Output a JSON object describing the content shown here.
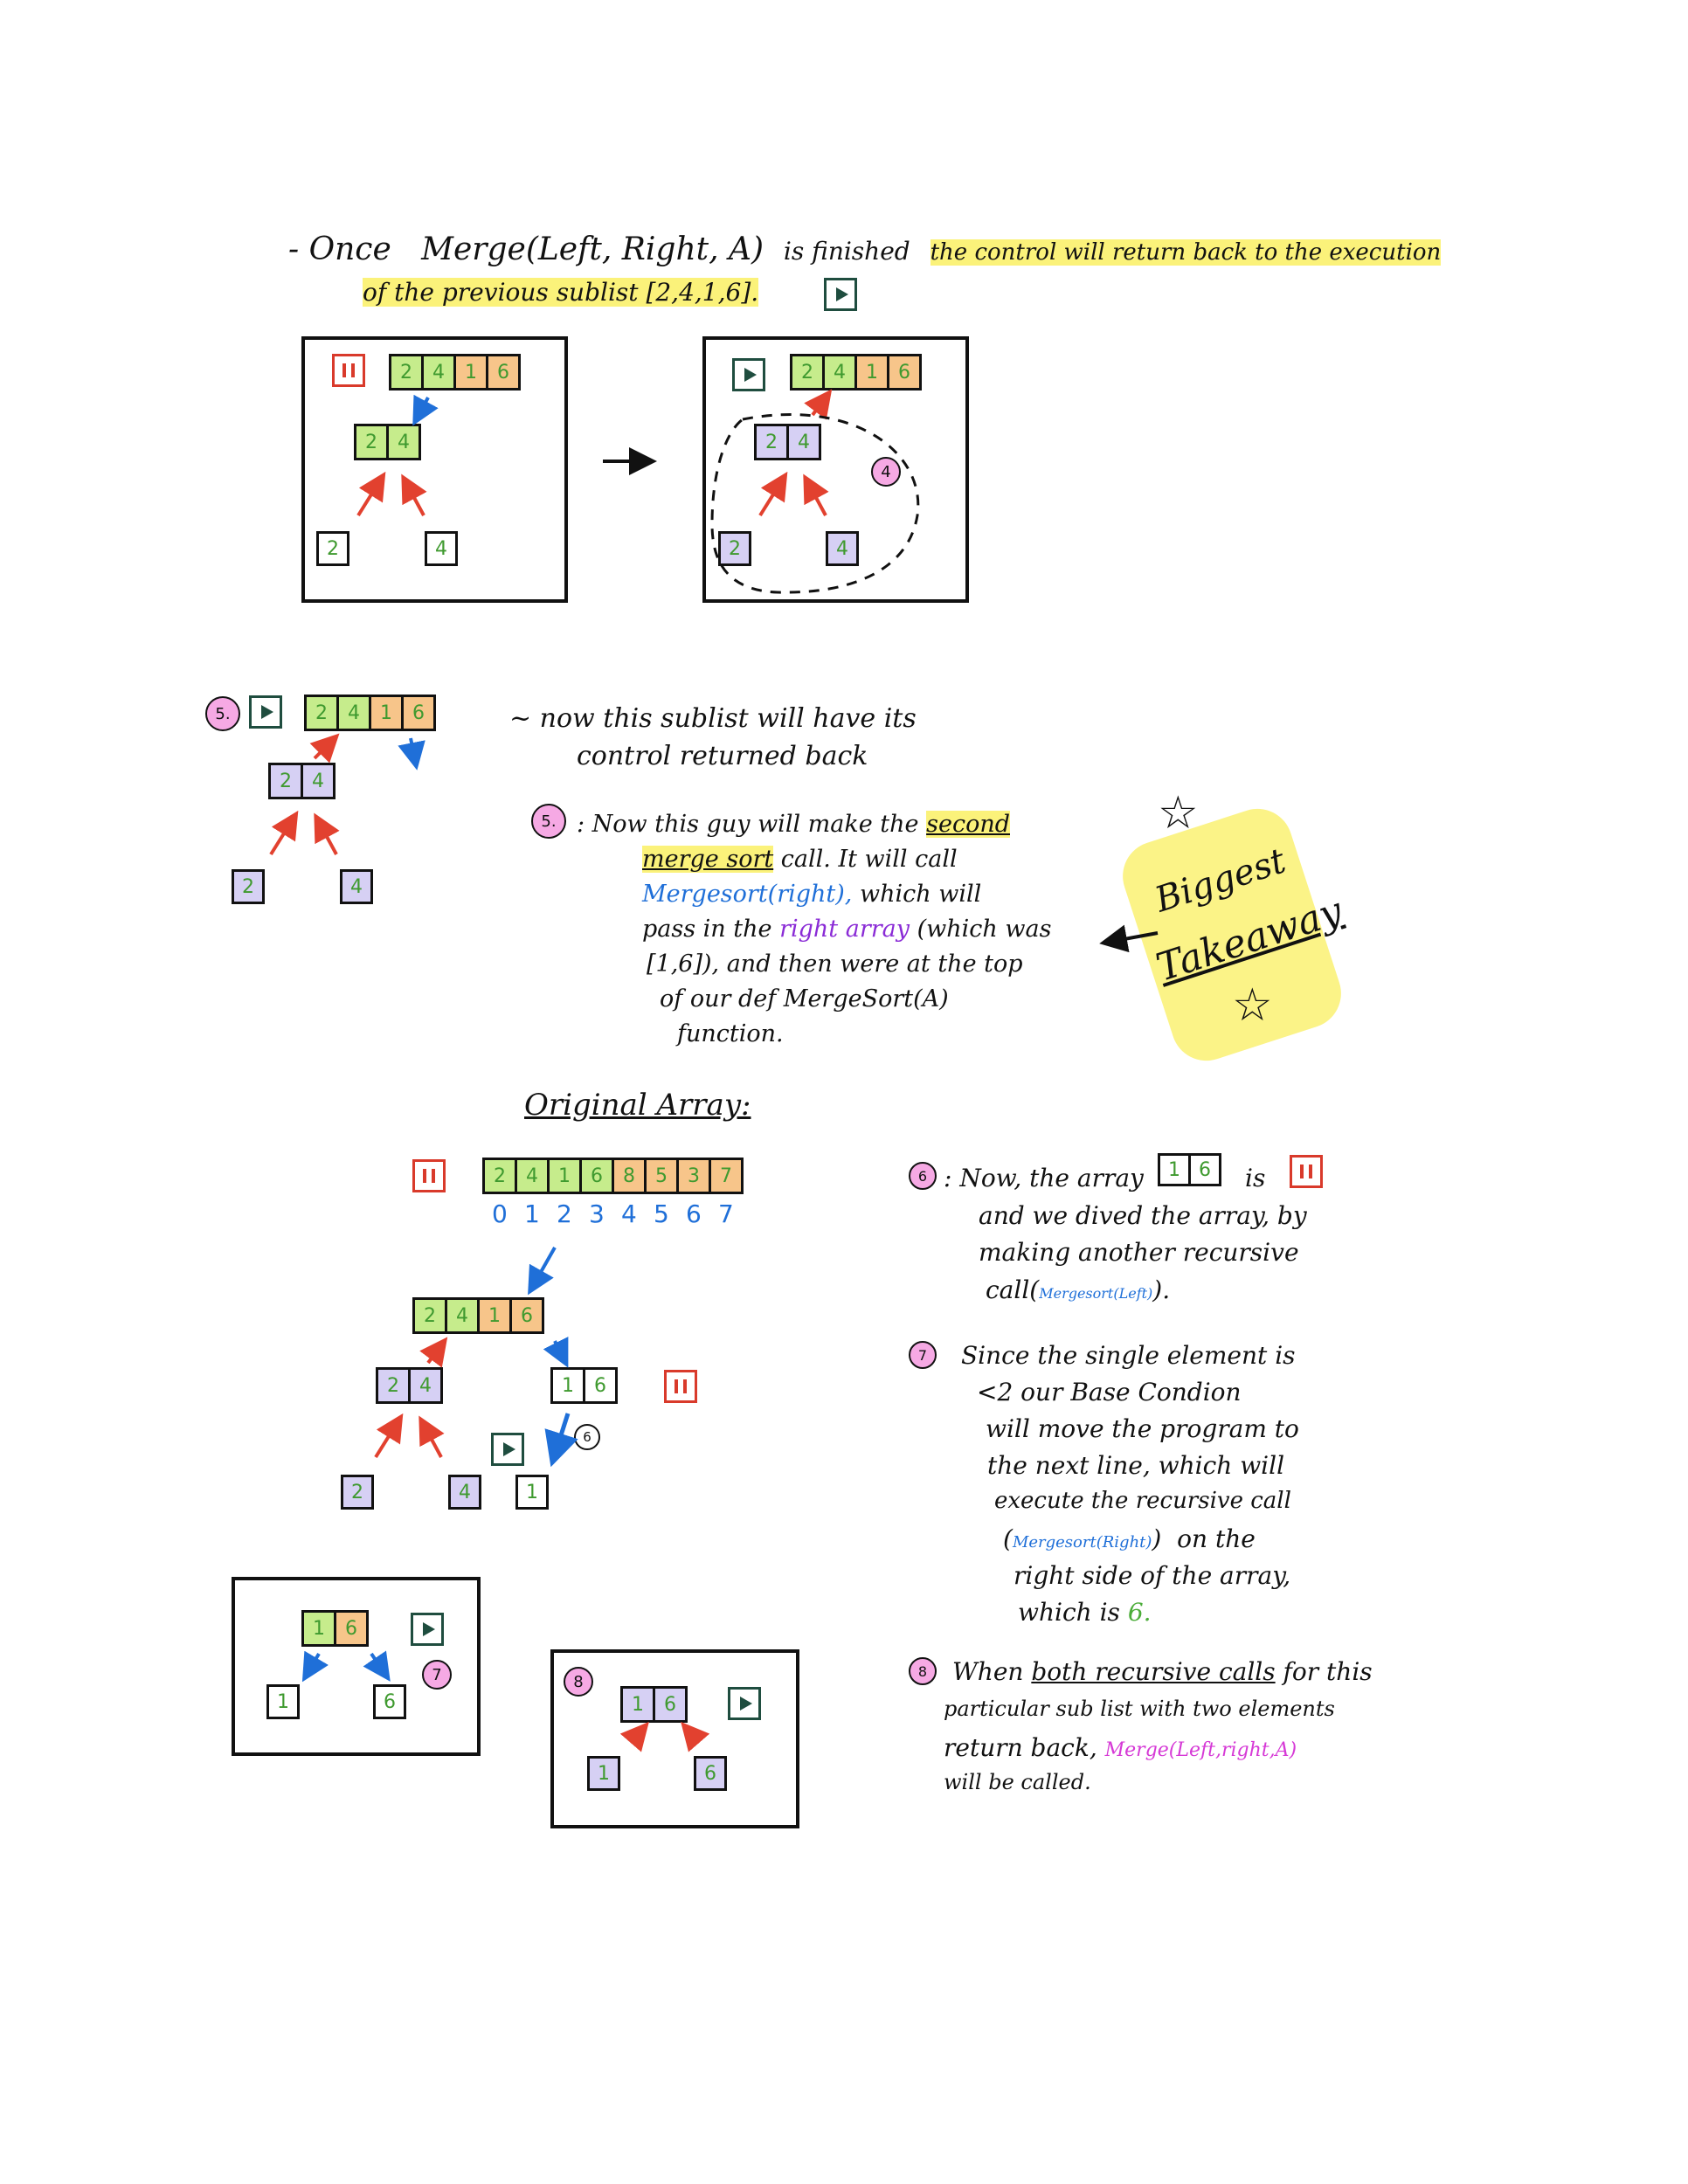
{
  "intro": {
    "line1_prefix": "- Once",
    "line1_merge": "Merge(Left, Right, A)",
    "line1_mid": "is finished",
    "line1_hl": "the control will return back to the execution",
    "line2": "of the previous sublist [2,4,1,6]."
  },
  "top_arrays": {
    "cells": [
      "2",
      "4",
      "1",
      "6"
    ],
    "pair": [
      "2",
      "4"
    ],
    "left": "2",
    "right": "4",
    "badge4": "4"
  },
  "step5": {
    "badge": "5.",
    "note_line1": "~ now this sublist will have its",
    "note_line2": "control returned back",
    "label": "5.",
    "para": {
      "a": ": Now this guy will make the",
      "b": "second",
      "c": "merge sort",
      "d": "call. It will call",
      "e": "Mergesort(right),",
      "f": "which will",
      "g": "pass in the",
      "h": "right array",
      "i": "(which was",
      "j": "[1,6]), and then were at the top",
      "k": "of our def MergeSort(A)",
      "l": "function."
    }
  },
  "takeaway": {
    "word1": "Biggest",
    "word2": "Takeaway"
  },
  "original": {
    "title": "Original Array:",
    "cells": [
      "2",
      "4",
      "1",
      "6",
      "8",
      "5",
      "3",
      "7"
    ],
    "indices": [
      "0",
      "1",
      "2",
      "3",
      "4",
      "5",
      "6",
      "7"
    ],
    "half": [
      "2",
      "4",
      "1",
      "6"
    ],
    "lpair": [
      "2",
      "4"
    ],
    "rpair": [
      "1",
      "6"
    ],
    "leaf_left": "2",
    "leaf_right": "4",
    "leaf_one": "1",
    "badge6": "6"
  },
  "step6": {
    "badge": "6",
    "a": ": Now, the array",
    "arr": [
      "1",
      "6"
    ],
    "b": "is",
    "c": "and we dived the array, by",
    "d": "making another recursive",
    "e": "call(",
    "f": "Mergesort(Left)",
    "g": ")."
  },
  "step7": {
    "badge": "7",
    "lines": [
      "Since the single element is",
      "<2 our Base Condion",
      "will move the program to",
      "the next line, which will",
      "execute the recursive call"
    ],
    "call": "Mergesort(Right)",
    "after_call": "on the",
    "line7": "right side of the array,",
    "line8a": "which is",
    "line8b": "6."
  },
  "step8": {
    "badge": "8",
    "a": "When",
    "b": "both recursive calls",
    "c": "for this",
    "d": "particular sub list with two elements",
    "e": "return back,",
    "f": "Merge(Left,right,A)",
    "g": "will be called."
  },
  "box7": {
    "pair": [
      "1",
      "6"
    ],
    "left": "1",
    "right": "6",
    "badge": "7"
  },
  "box8": {
    "pair": [
      "1",
      "6"
    ],
    "left": "1",
    "right": "6",
    "badge": "8"
  }
}
